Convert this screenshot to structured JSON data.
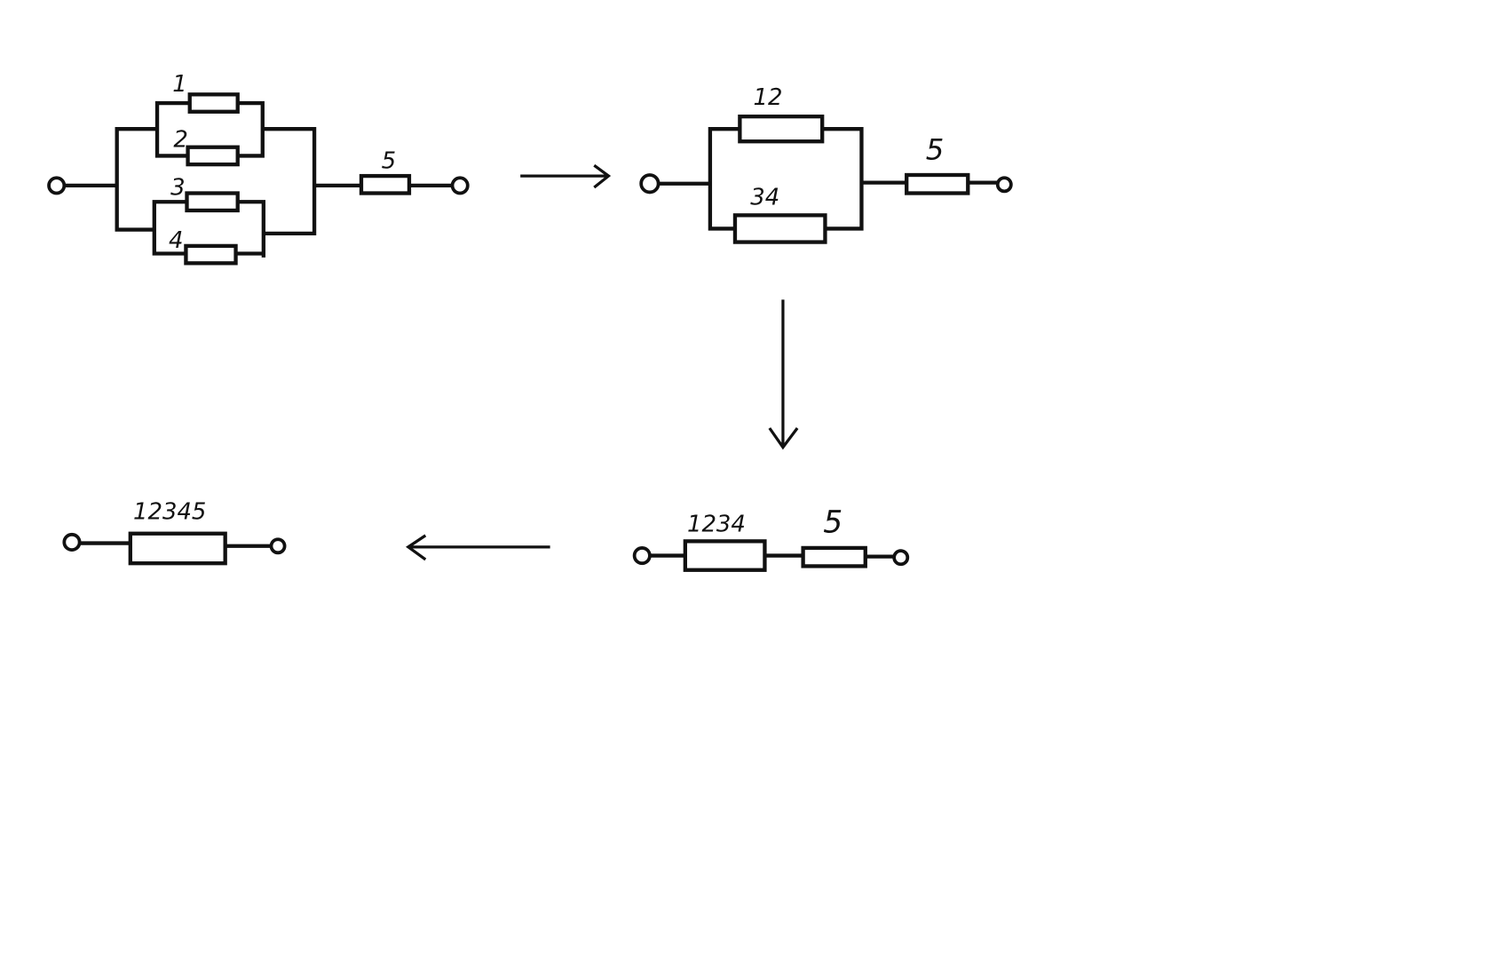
{
  "diagram": {
    "step1": {
      "labels": {
        "r1": "1",
        "r2": "2",
        "r3": "3",
        "r4": "4",
        "r5": "5"
      }
    },
    "step2": {
      "labels": {
        "r12": "12",
        "r34": "34",
        "r5": "5"
      }
    },
    "step3": {
      "labels": {
        "r1234": "1234",
        "r5": "5"
      }
    },
    "step4": {
      "labels": {
        "r12345": "12345"
      }
    }
  }
}
